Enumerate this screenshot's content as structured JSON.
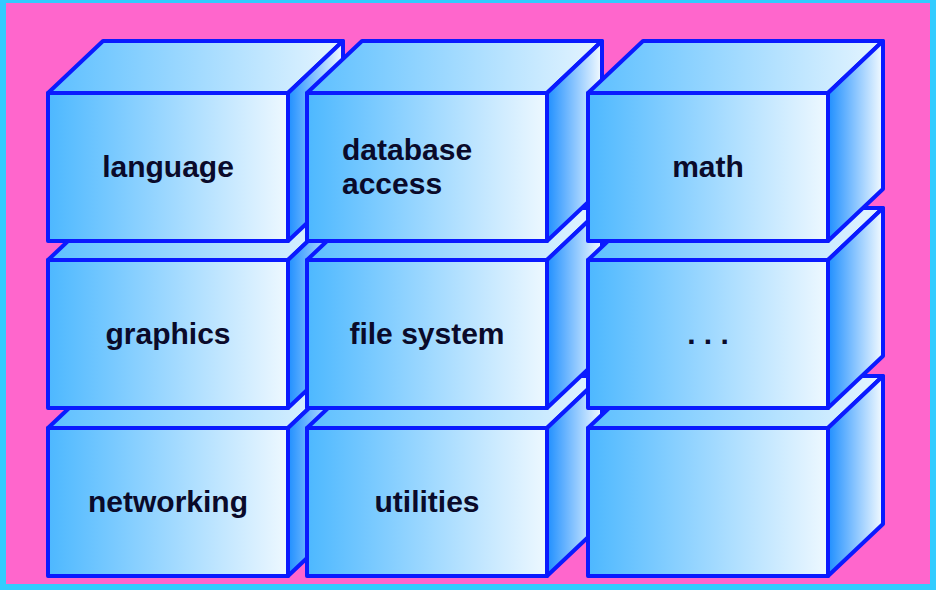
{
  "diagram": {
    "nodes": [
      {
        "text": [
          "language"
        ]
      },
      {
        "text": [
          "database access"
        ]
      },
      {
        "text": [
          "math"
        ]
      },
      {
        "text": [
          "graphics"
        ]
      },
      {
        "text": [
          "file system"
        ]
      },
      {
        "text": [
          ". . ."
        ]
      },
      {
        "text": [
          "networking"
        ]
      },
      {
        "text": [
          "utilities"
        ]
      }
    ]
  }
}
